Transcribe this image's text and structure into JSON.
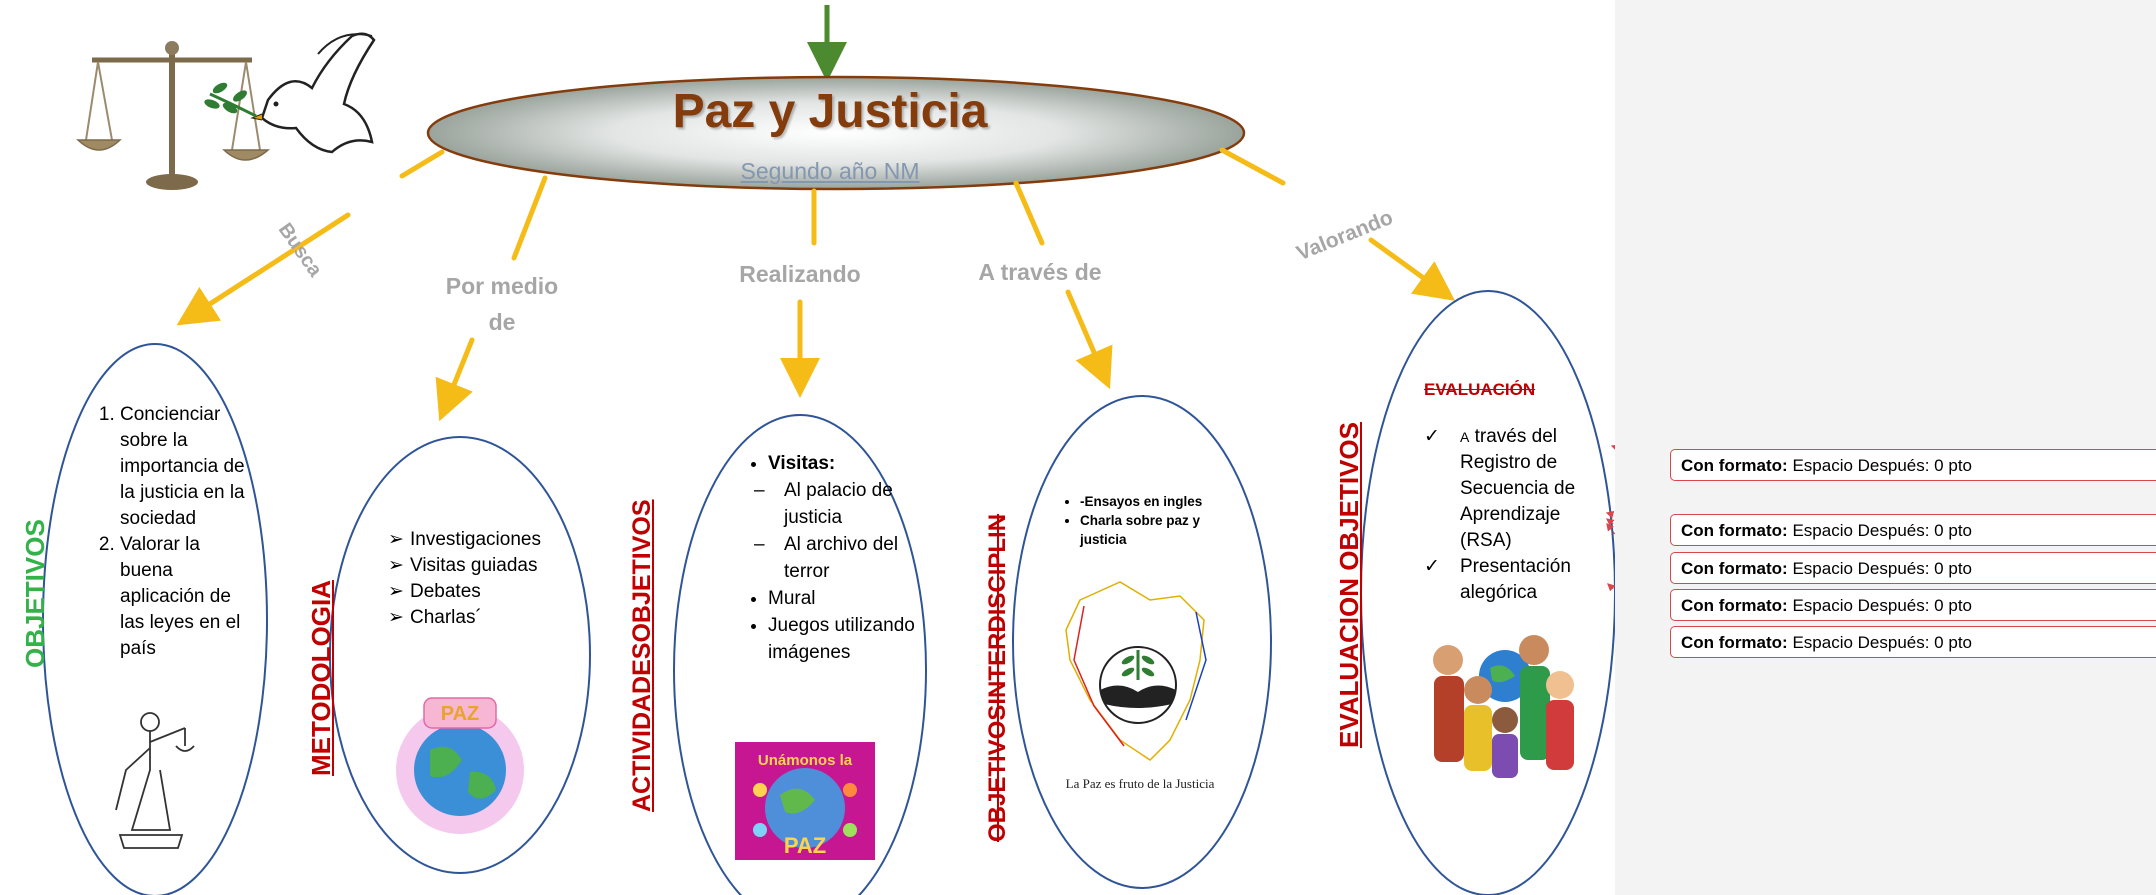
{
  "title": {
    "main": "Paz y Justicia",
    "subtitle": "Segundo año NM"
  },
  "connector_labels": {
    "busca": "Busca",
    "por_medio_de": "Por medio de",
    "realizando": "Realizando",
    "a_traves_de": "A través de",
    "valorando": "Valorando"
  },
  "branches": {
    "objetivos": {
      "label": "OBJETIVOS",
      "items": [
        "Concienciar sobre la importancia de la justicia en la sociedad",
        "Valorar la buena aplicación de las leyes en el país"
      ]
    },
    "metodologia": {
      "label": "METODOLOGIA",
      "items": [
        "Investigaciones",
        "Visitas guiadas",
        "Debates",
        "Charlas´"
      ]
    },
    "actividades": {
      "label": "ACTIVIDADESOBJETIVOS",
      "head": "Visitas:",
      "sub_items": [
        "Al palacio de justicia",
        "Al archivo del terror"
      ],
      "items": [
        "Mural",
        "Juegos utilizando imágenes"
      ]
    },
    "interdisciplin": {
      "label": "OBJETIVOSINTERDISCIPLIN",
      "items": [
        "-Ensayos en ingles",
        "Charla sobre paz y justicia"
      ],
      "image_caption": "La Paz es fruto de la Justicia"
    },
    "evaluacion": {
      "label": "EVALUACION OBJETIVOS",
      "heading": "EVALUACIÓN",
      "item1_small": "A",
      "item1_rest": " través del Registro de Secuencia de Aprendizaje (RSA)",
      "item2": "Presentación alegórica"
    }
  },
  "callouts": [
    {
      "bold": "Con formato:",
      "text": " Espacio Después:  0 pto"
    },
    {
      "bold": "Con formato:",
      "text": " Espacio Después:  0 pto"
    },
    {
      "bold": "Con formato:",
      "text": " Espacio Después:  0 pto"
    },
    {
      "bold": "Con formato:",
      "text": " Espacio Después:  0 pto"
    },
    {
      "bold": "Con formato:",
      "text": " Espacio Después:  0 pto"
    }
  ],
  "image_texts": {
    "paz_badge": "PAZ",
    "poster_top": "Unámonos la",
    "poster_bottom": "PAZ"
  },
  "colors": {
    "title": "#843c0c",
    "subtitle": "#8497b0",
    "arrow": "#f5bb16",
    "green_arrow": "#4b8a2e",
    "vertical_red": "#c00000",
    "vertical_green": "#33b24a",
    "ellipse_stroke": "#2f5597",
    "callout_border": "#d9464c",
    "margin_pane": "#f3f3f3"
  }
}
